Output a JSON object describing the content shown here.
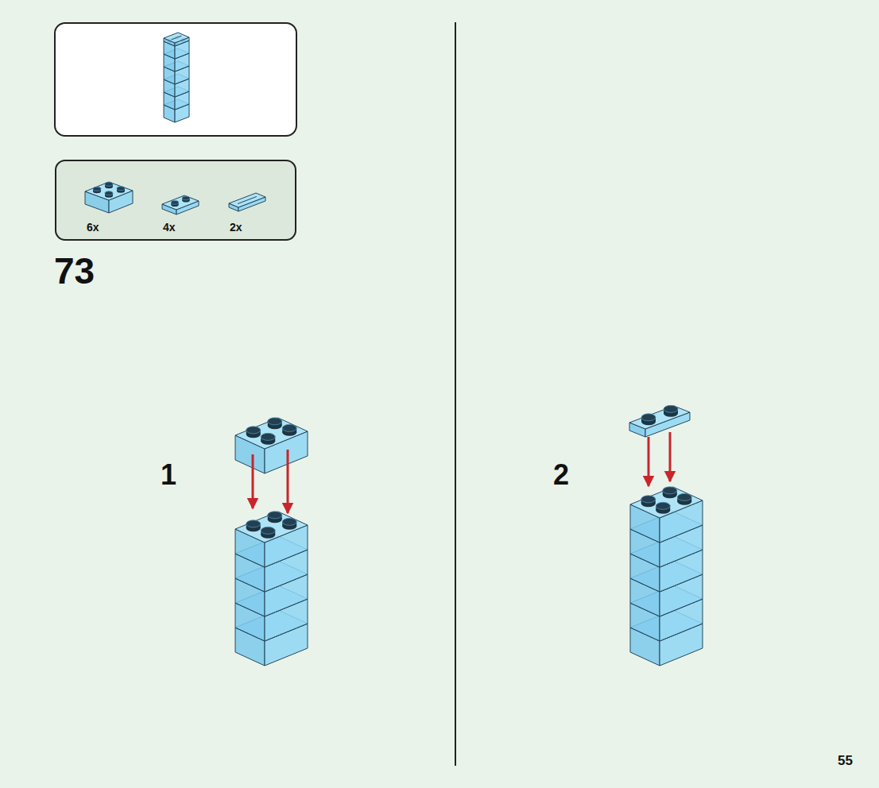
{
  "diagram": {
    "nodes": [
      {
        "text": [
          "6x",
          "4x",
          "2x"
        ]
      }
    ],
    "labels": [
      "73",
      "1",
      "2",
      "55"
    ]
  }
}
